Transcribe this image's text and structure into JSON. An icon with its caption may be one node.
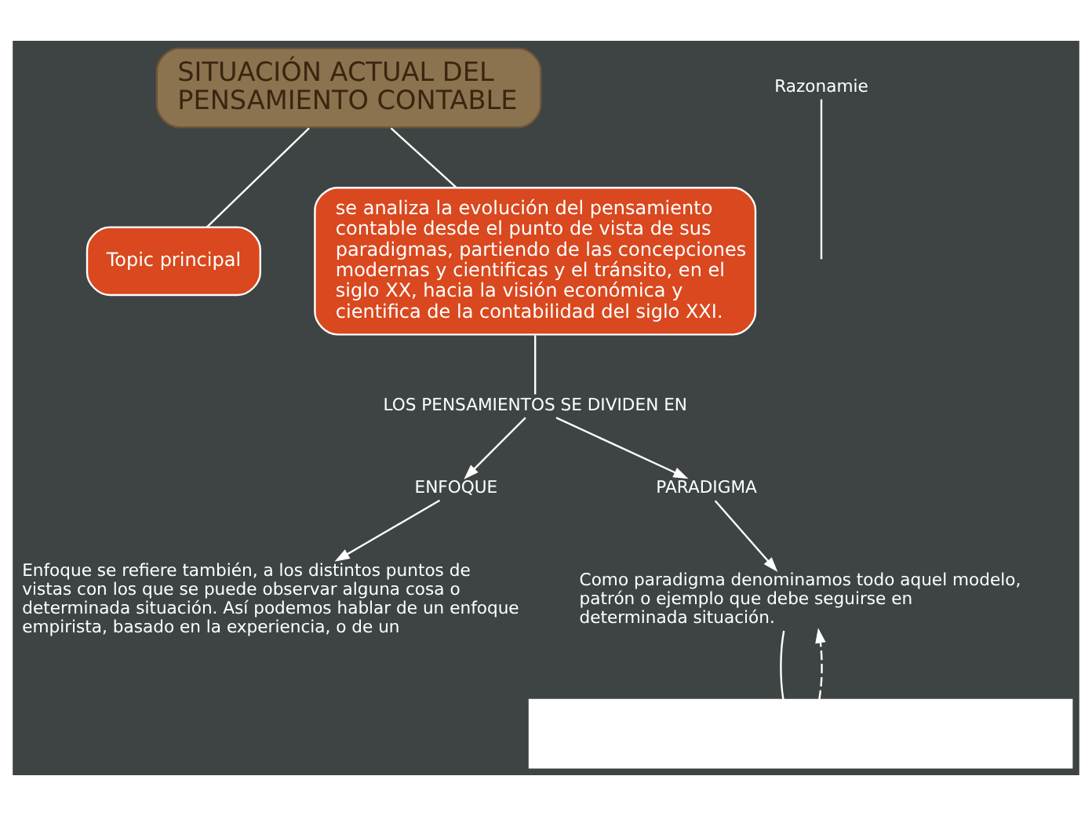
{
  "diagram": {
    "nodes": [
      {
        "text": [
          "SITUACIÓN ACTUAL DEL PENSAMIENTO CONTABLE"
        ]
      },
      {
        "text": [
          "Topic principal"
        ]
      },
      {
        "text": [
          "se analiza la evolución del pensamiento contable desde el punto de vista de sus paradigmas, partiendo de las concepciones modernas y cientificas y el tránsito, en el siglo XX, hacia la visión económica y  cientifica de la contabilidad del siglo XXI."
        ]
      },
      {
        "text": [
          "LOS PENSAMIENTOS SE DIVIDEN EN"
        ]
      },
      {
        "text": [
          "ENFOQUE"
        ]
      },
      {
        "text": [
          "PARADIGMA"
        ]
      },
      {
        "text": [
          "Enfoque se refiere también, a los distintos puntos de vistas con los que se puede observar alguna cosa o determinada situación. Así podemos hablar de un enfoque empirista, basado en la experiencia, o de un"
        ]
      },
      {
        "text": [
          "Como paradigma denominamos todo aquel modelo, patrón o ejemplo que debe seguirse en determinada situación."
        ]
      },
      {
        "text": [],
        "shape": "box"
      },
      {
        "text": [
          "Razonamie"
        ]
      }
    ],
    "edges": [
      {
        "from": 0,
        "to": 1,
        "arrow": "none"
      },
      {
        "from": 0,
        "to": 2,
        "arrow": "none"
      },
      {
        "from": 2,
        "to": 3,
        "arrow": "none"
      },
      {
        "from": 3,
        "to": 4,
        "arrow": "to"
      },
      {
        "from": 3,
        "to": 5,
        "arrow": "to"
      },
      {
        "from": 4,
        "to": 6,
        "arrow": "to"
      },
      {
        "from": 5,
        "to": 7,
        "arrow": "to"
      },
      {
        "from": 7,
        "to": 8,
        "arrow": "none"
      },
      {
        "from": 8,
        "to": 7,
        "arrow": "to",
        "style": "dashed"
      },
      {
        "from": 9,
        "to": null,
        "arrow": "none"
      }
    ]
  }
}
